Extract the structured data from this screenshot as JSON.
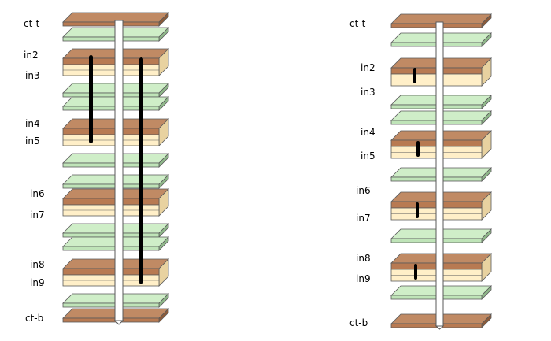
{
  "colors": {
    "metal_top": "#c08a64",
    "metal_front": "#b87a52",
    "metal_side": "#8a5a3a",
    "dielectric_top": "#cfeec8",
    "dielectric_front": "#bfe4b8",
    "dielectric_side": "#8fb88a",
    "core_front": "#ffefc8",
    "core_side": "#e8d2a0",
    "via": "#000000",
    "pole": "#ffffff",
    "outline": "#5a5a5a"
  },
  "diagrams": [
    {
      "id": "left",
      "labels": [
        "ct-t",
        "in2",
        "in3",
        "in4",
        "in5",
        "in6",
        "in7",
        "in8",
        "in9",
        "ct-b"
      ]
    },
    {
      "id": "right",
      "labels": [
        "ct-t",
        "in2",
        "in3",
        "in4",
        "in5",
        "in6",
        "in7",
        "in8",
        "in9",
        "ct-b"
      ]
    }
  ]
}
